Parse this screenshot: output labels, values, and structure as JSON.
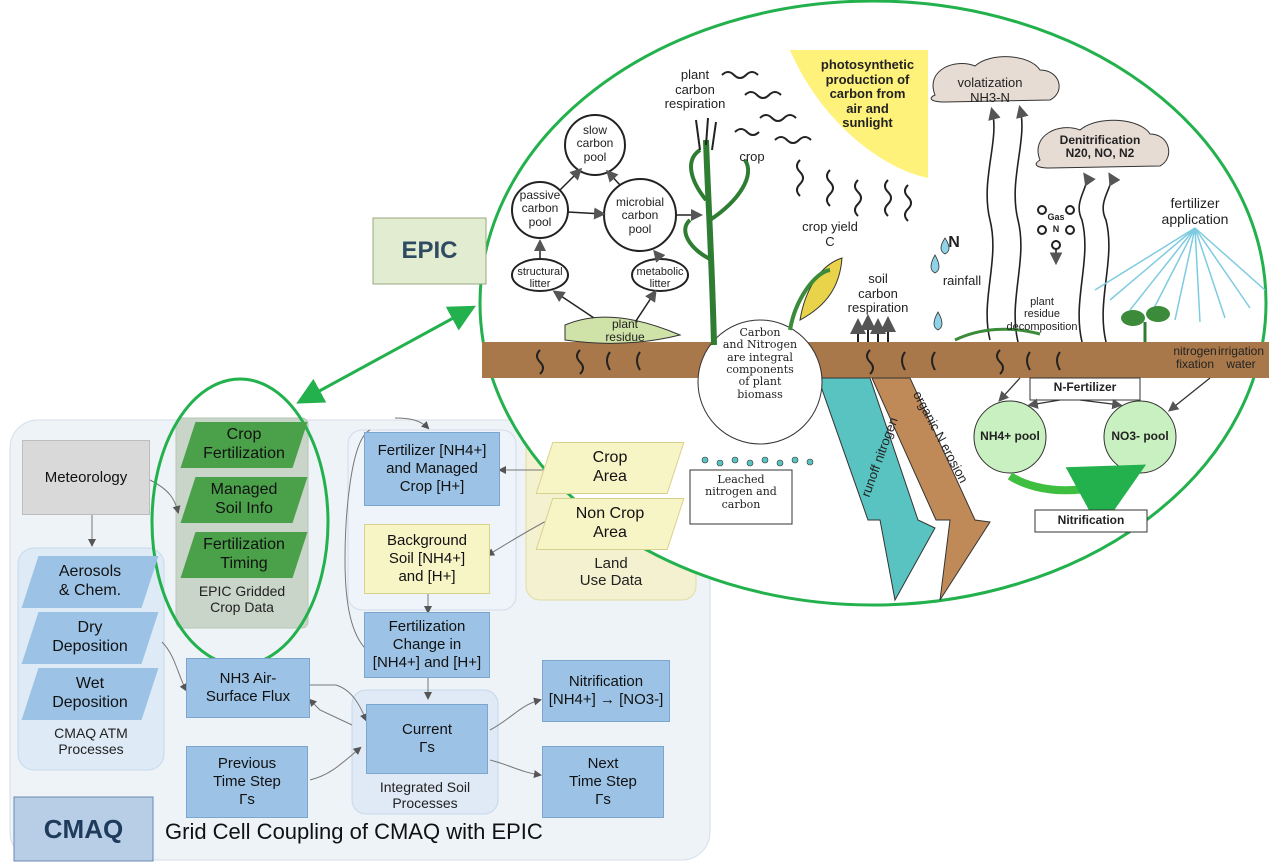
{
  "epic": {
    "label": "EPIC",
    "labels": {
      "photosynthesis": "photosynthetic\nproduction of\ncarbon from\nair    and\nsunlight",
      "plant_carbon_respiration": "plant\ncarbon\nrespiration",
      "crop": "crop",
      "slow_pool": "slow\ncarbon\npool",
      "passive_pool": "passive\ncarbon\npool",
      "microbial_pool": "microbial\ncarbon\npool",
      "structural_litter": "structural\nlitter",
      "metabolic_litter": "metabolic\nlitter",
      "plant_residue": "plant\nresidue",
      "crop_yield": "crop yield\nC",
      "soil_carbon_respiration": "soil\ncarbon\nrespiration",
      "volatization": "volatization\nNH3-N",
      "denitrification": "Denitrification\nN20, NO, N2",
      "gas": "Gas",
      "gas_n": "N",
      "rain_n": "N",
      "rainfall": "rainfall",
      "plant_residue_decomposition": "plant\nresidue\ndecomposition",
      "fertilizer_application": "fertilizer\napplication",
      "nitrogen_fixation": "nitrogen\nfixation",
      "irrigation_water": "irrigation\nwater",
      "carbon_nitrogen": "Carbon\nand Nitrogen\nare integral\ncomponents\nof plant\nbiomass",
      "leached": "Leached\nnitrogen and\ncarbon",
      "runoff_nitrogen": "runoff nitrogen",
      "organic_n_erosion": "organic N erosion",
      "n_fertilizer": "N-Fertilizer",
      "nh4_pool": "NH4+ pool",
      "no3_pool": "NO3- pool",
      "nitrification": "Nitrification"
    }
  },
  "cmaq": {
    "label": "CMAQ",
    "caption": "Grid Cell Coupling of CMAQ with EPIC",
    "meteorology": "Meteorology",
    "epic_inputs": [
      "Crop\nFertilization",
      "Managed\nSoil Info",
      "Fertilization\nTiming"
    ],
    "epic_group_label": "EPIC Gridded\nCrop Data",
    "atm": [
      "Aerosols\n& Chem.",
      "Dry\nDeposition",
      "Wet\nDeposition"
    ],
    "atm_group_label": "CMAQ ATM\nProcesses",
    "fertilizer_managed": "Fertilizer [NH4+]\nand Managed\nCrop [H+]",
    "background_soil": "Background\nSoil [NH4+]\nand [H+]",
    "fertilization_change": "Fertilization\nChange in\n[NH4+] and [H+]",
    "nh3_flux": "NH3 Air-\nSurface Flux",
    "current": "Current\nΓs",
    "integrated_soil": "Integrated Soil\nProcesses",
    "previous_step": "Previous\nTime Step\nΓs",
    "next_step": "Next\nTime Step\nΓs",
    "nitrification_box": "Nitrification\n[NH4+] → [NO3-]",
    "crop_area": "Crop\nArea",
    "non_crop_area": "Non Crop\nArea",
    "land_use": "Land\nUse Data"
  },
  "colors": {
    "green_ring": "#22b14c",
    "box_blue": "#9cc3e6",
    "box_yellow": "#f7f4c6",
    "epic_green": "#4aa14a",
    "sun": "#fff27a",
    "soil": "#a9784a"
  }
}
